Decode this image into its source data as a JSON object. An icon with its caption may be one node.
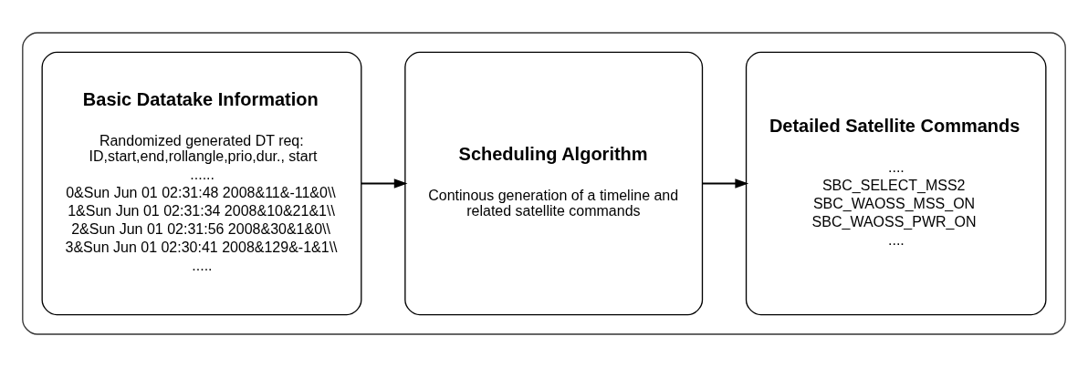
{
  "diagram": {
    "nodes": [
      {
        "text": [],
        "shape": "box"
      },
      {
        "text": [
          "Basic Datatake Information",
          "Randomized generated DT req: ID,start,end,rollangle,prio,dur., start",
          "......",
          "0&Sun Jun 01 02:31:48 2008&11&-11&0\\\\",
          "1&Sun Jun 01 02:31:34 2008&10&21&1\\\\",
          "2&Sun Jun 01 02:31:56 2008&30&1&0\\\\",
          "3&Sun Jun 01 02:30:41 2008&129&-1&1\\\\",
          "....."
        ],
        "in": 0
      },
      {
        "text": [
          "Scheduling Algorithm",
          "Continous generation of a timeline and related satellite commands"
        ],
        "in": 0
      },
      {
        "text": [
          "Detailed Satellite Commands",
          "....",
          "SBC_SELECT_MSS2",
          "SBC_WAOSS_MSS_ON",
          "SBC_WAOSS_PWR_ON",
          "...."
        ],
        "in": 0
      }
    ],
    "edges": [
      {
        "from": 1,
        "to": 2,
        "arrow": "to"
      },
      {
        "from": 2,
        "to": 3,
        "arrow": "to"
      }
    ]
  }
}
